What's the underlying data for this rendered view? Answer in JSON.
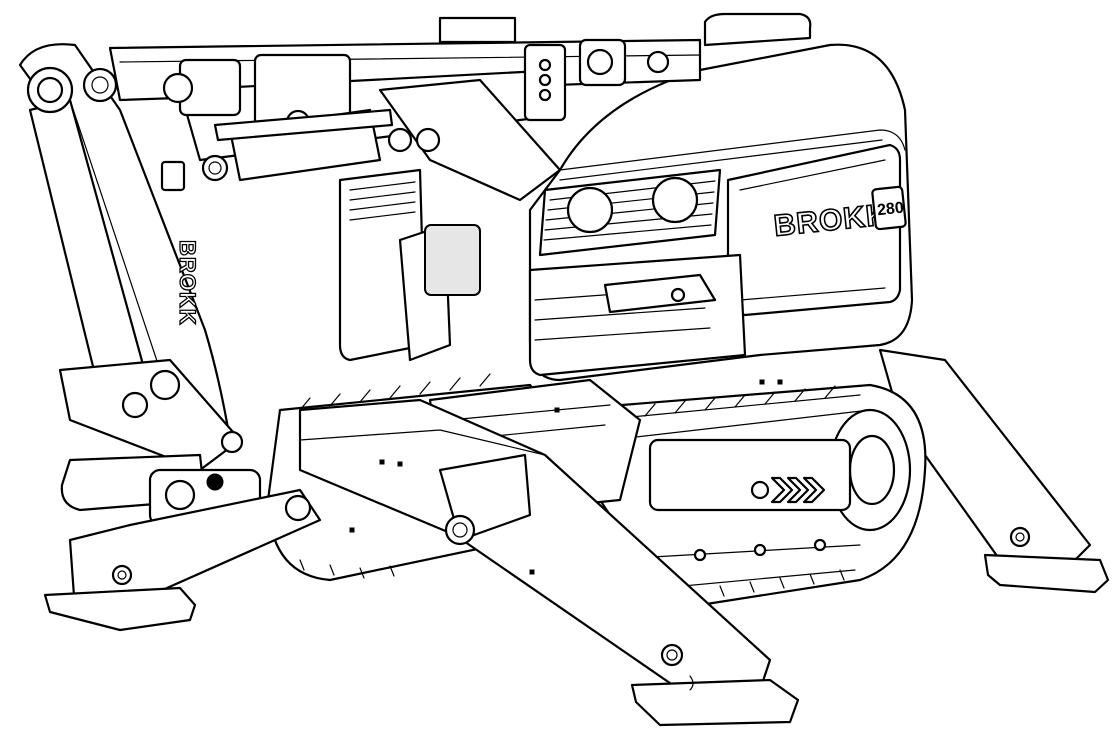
{
  "diagram": {
    "brand_label": "BROKK",
    "model_label": "280",
    "arm_brand_label": "BROKK"
  }
}
